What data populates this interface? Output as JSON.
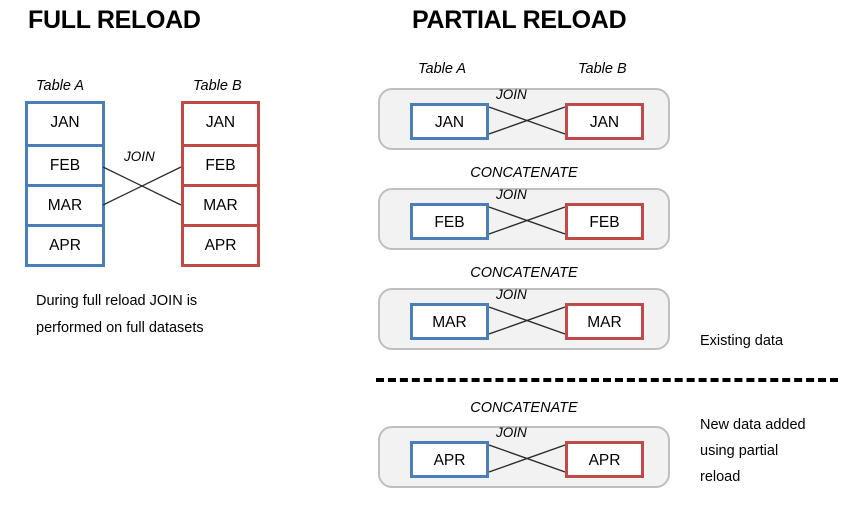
{
  "full_reload": {
    "title": "FULL RELOAD",
    "table_a_label": "Table A",
    "table_b_label": "Table B",
    "join_label": "JOIN",
    "table_a_rows": [
      "JAN",
      "FEB",
      "MAR",
      "APR"
    ],
    "table_b_rows": [
      "JAN",
      "FEB",
      "MAR",
      "APR"
    ],
    "caption": "During  full reload JOIN is\nperformed on full datasets",
    "colors": {
      "table_a_border": "#4A7EBB",
      "table_b_border": "#BE4B48"
    }
  },
  "partial_reload": {
    "title": "PARTIAL RELOAD",
    "table_a_label": "Table A",
    "table_b_label": "Table B",
    "concatenate_label": "CONCATENATE",
    "groups": [
      {
        "left": "JAN",
        "right": "JAN",
        "join_label": "JOIN",
        "concatenate_above": ""
      },
      {
        "left": "FEB",
        "right": "FEB",
        "join_label": "JOIN",
        "concatenate_above": "CONCATENATE"
      },
      {
        "left": "MAR",
        "right": "MAR",
        "join_label": "JOIN",
        "concatenate_above": "CONCATENATE"
      },
      {
        "left": "APR",
        "right": "APR",
        "join_label": "JOIN",
        "concatenate_above": "CONCATENATE"
      }
    ],
    "existing_data_caption": "Existing data",
    "new_data_caption": "New data added\nusing partial\nreload",
    "colors": {
      "group_fill": "#F2F2F2",
      "group_border": "#BFBFBF",
      "left_box_border": "#4A7EBB",
      "right_box_border": "#BE4B48",
      "divider": "#000000"
    }
  }
}
